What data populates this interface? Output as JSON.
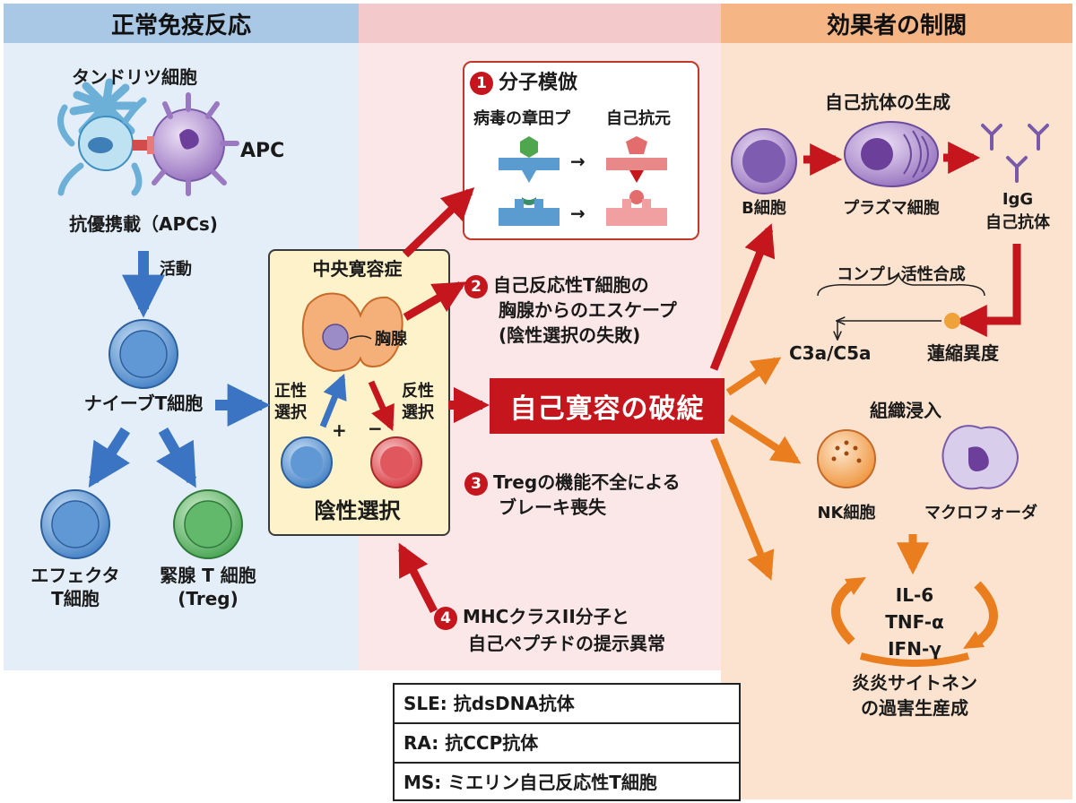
{
  "headers": {
    "left": "正常免疫反応",
    "right": "効果者の制閥"
  },
  "left": {
    "dendritic": "タンドリツ細胞",
    "apc": "APC",
    "antigen_presentation": "抗優携載（APCs)",
    "activation": "活動",
    "naive_t": "ナイーブT細胞",
    "effector_t_line1": "エフェクタ",
    "effector_t_line2": "T細胞",
    "treg_line1": "緊腺 T 細胞",
    "treg_line2": "(Treg)"
  },
  "tolerance": {
    "title": "中央寛容症",
    "thymus": "胸腺",
    "positive_line1": "正性",
    "positive_line2": "選択",
    "negative_line1": "反性",
    "negative_line2": "選択",
    "plus": "+",
    "minus": "−",
    "bottom": "陰性選択"
  },
  "mimicry": {
    "number": "1",
    "title": "分子模倣",
    "viral": "病毒の章田プ",
    "self": "自己抗元",
    "arrow": "→"
  },
  "mechanisms": {
    "m2_number": "2",
    "m2_line1": "自己反応性T細胞の",
    "m2_line2": "胸腺からのエスケープ",
    "m2_line3": "(陰性選択の失敗)",
    "m3_number": "3",
    "m3_line1": "Tregの機能不全による",
    "m3_line2": "ブレーキ喪失",
    "m4_number": "4",
    "m4_line1": "MHCクラスII分子と",
    "m4_line2": "自己ペプチドの提示異常"
  },
  "breakdown": "自己寛容の破綻",
  "right": {
    "autoantibody_title": "自己抗体の生成",
    "b_cell": "B細胞",
    "plasma": "プラズマ細胞",
    "igg_line1": "IgG",
    "igg_line2": "自己抗体",
    "complement": "コンプレ活性合成",
    "c3c5": "C3a/C5a",
    "complex": "蓮縮異度",
    "infiltration": "組織浸入",
    "nk": "NK細胞",
    "macrophage": "マクロフォーダ",
    "il6": "IL-6",
    "tnf": "TNF-α",
    "ifn": "IFN-γ",
    "cytokine_line1": "炎炎サイトネン",
    "cytokine_line2": "の過害生産成"
  },
  "legend": {
    "sle": "SLE: 抗dsDNA抗体",
    "ra": "RA: 抗CCP抗体",
    "ms": "MS: ミエリン自己反応性T細胞"
  },
  "colors": {
    "left_bg": "#e3eef8",
    "center_bg": "#fbe7e7",
    "right_bg": "#fbe3cf",
    "left_header": "#a8c8e6",
    "center_header": "#f3c9cc",
    "right_header": "#f5b585",
    "red_arrow": "#c4161c",
    "orange_arrow": "#ea7d1d",
    "blue_arrow": "#3a74c2"
  }
}
